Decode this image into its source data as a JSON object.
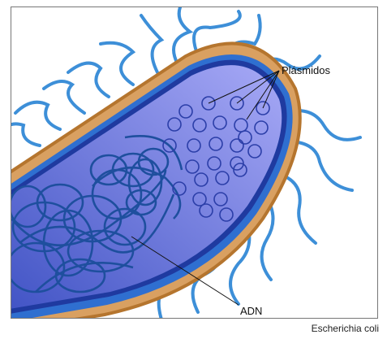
{
  "diagram": {
    "labels": {
      "plasmids": "Plásmidos",
      "dna": "ADN"
    },
    "caption": "Escherichia coli",
    "colors": {
      "capsule": "#d9a061",
      "wall": "#b5752e",
      "membrane": "#2f6fd0",
      "cytoplasm_start": "#3f52c4",
      "cytoplasm_end": "#a7a9f6",
      "dna": "#1e4f9e",
      "flagella": "#3d8fd8",
      "plasmid": "#2b3ea8"
    },
    "plasmid_count": 28
  }
}
